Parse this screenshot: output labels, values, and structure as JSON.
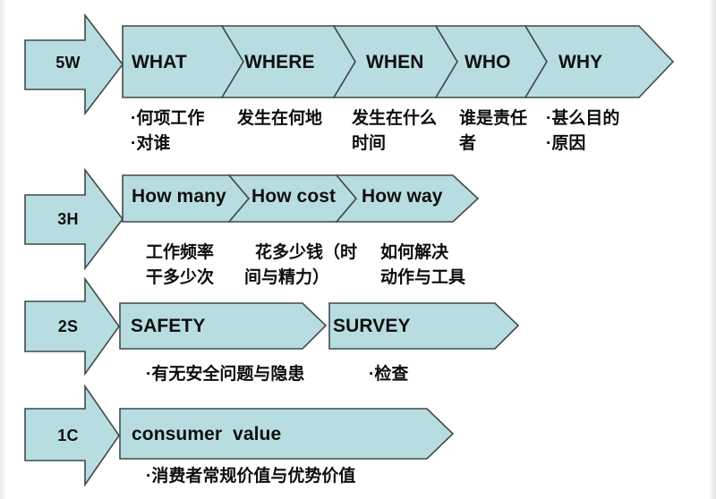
{
  "diagram": {
    "title": "5W3H2S1C analysis framework",
    "colors": {
      "shape_fill": "#b8dde0",
      "shape_stroke": "#3f4a4c",
      "text": "#101010",
      "background": "#ffffff"
    },
    "rows": [
      {
        "badge": "5W",
        "segments": [
          {
            "label": "WHAT"
          },
          {
            "label": "WHERE"
          },
          {
            "label": "WHEN"
          },
          {
            "label": "WHO"
          },
          {
            "label": "WHY"
          }
        ],
        "captions": [
          {
            "line1": "·何项工作",
            "line2": "·对谁"
          },
          {
            "line1": "发生在何地",
            "line2": ""
          },
          {
            "line1": "发生在什么",
            "line2": "时间"
          },
          {
            "line1": "谁是责任",
            "line2": "者"
          },
          {
            "line1": "·甚么目的",
            "line2": "·原因"
          }
        ]
      },
      {
        "badge": "3H",
        "segments": [
          {
            "label": "How many"
          },
          {
            "label": "How cost"
          },
          {
            "label": "How way"
          }
        ],
        "captions": [
          {
            "line1": "工作频率",
            "line2": "干多少次"
          },
          {
            "line1": "花多少钱（时",
            "line2": "间与精力）"
          },
          {
            "line1": "如何解决",
            "line2": "动作与工具"
          }
        ]
      },
      {
        "badge": "2S",
        "segments": [
          {
            "label": "SAFETY"
          },
          {
            "label": "SURVEY"
          }
        ],
        "captions": [
          {
            "line1": "·有无安全问题与隐患",
            "line2": ""
          },
          {
            "line1": "·检查",
            "line2": ""
          }
        ]
      },
      {
        "badge": "1C",
        "segments": [
          {
            "label": "consumer  value"
          }
        ],
        "captions": [
          {
            "line1": "·消费者常规价值与优势价值",
            "line2": ""
          }
        ]
      }
    ]
  }
}
